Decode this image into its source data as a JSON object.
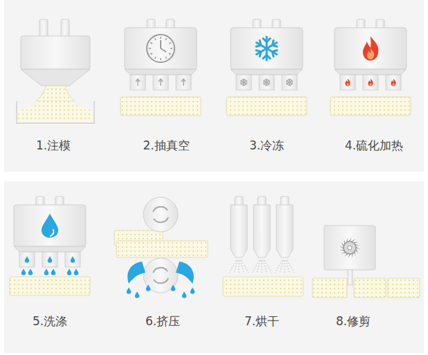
{
  "diagram": {
    "labels": [
      "1.注模",
      "2.抽真空",
      "3.冷冻",
      "4.硫化加热",
      "5.洗涤",
      "6.挤压",
      "7.烘干",
      "8.修剪"
    ]
  }
}
